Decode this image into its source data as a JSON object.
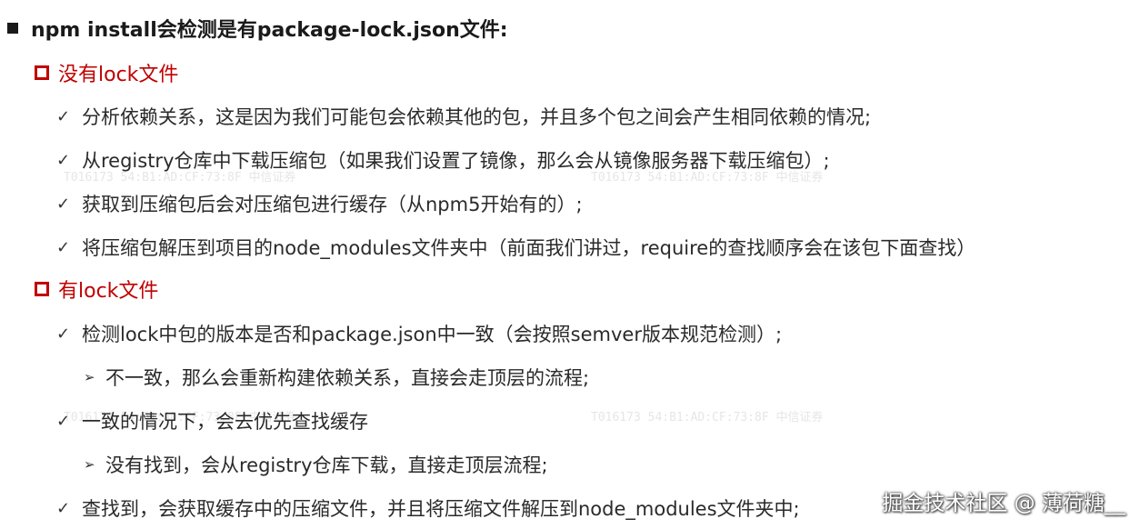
{
  "heading": "npm install会检测是有package-lock.json文件:",
  "sections": [
    {
      "title": "没有lock文件",
      "items": [
        "分析依赖关系，这是因为我们可能包会依赖其他的包，并且多个包之间会产生相同依赖的情况;",
        "从registry仓库中下载压缩包（如果我们设置了镜像，那么会从镜像服务器下载压缩包）;",
        "获取到压缩包后会对压缩包进行缓存（从npm5开始有的）;",
        "将压缩包解压到项目的node_modules文件夹中（前面我们讲过，require的查找顺序会在该包下面查找）"
      ]
    },
    {
      "title": "有lock文件",
      "items": [
        "检测lock中包的版本是否和package.json中一致（会按照semver版本规范检测）;",
        "不一致，那么会重新构建依赖关系，直接会走顶层的流程;",
        "一致的情况下，会去优先查找缓存",
        "没有找到，会从registry仓库下载，直接走顶层流程;",
        "查找到，会获取缓存中的压缩文件，并且将压缩文件解压到node_modules文件夹中;"
      ]
    }
  ],
  "watermarks": [
    "T016173  54:B1:AD:CF:73:8F  中信证券",
    "T016173  54:B1:AD:CF:73:8F  中信证券",
    "T016173  54:B1:AD:CF:73:8F  中信证券",
    "T016173  54:B1:AD:CF:73:8F  中信证券"
  ],
  "footer": "掘金技术社区 @ 薄荷糖__",
  "colors": {
    "accent_red": "#c00000",
    "text": "#2a2a2a"
  },
  "icons": {
    "heading_bullet": "square-bullet-icon",
    "section_bullet": "hollow-square-icon",
    "item_bullet": "check-icon",
    "sub_item_bullet": "arrow-icon"
  }
}
